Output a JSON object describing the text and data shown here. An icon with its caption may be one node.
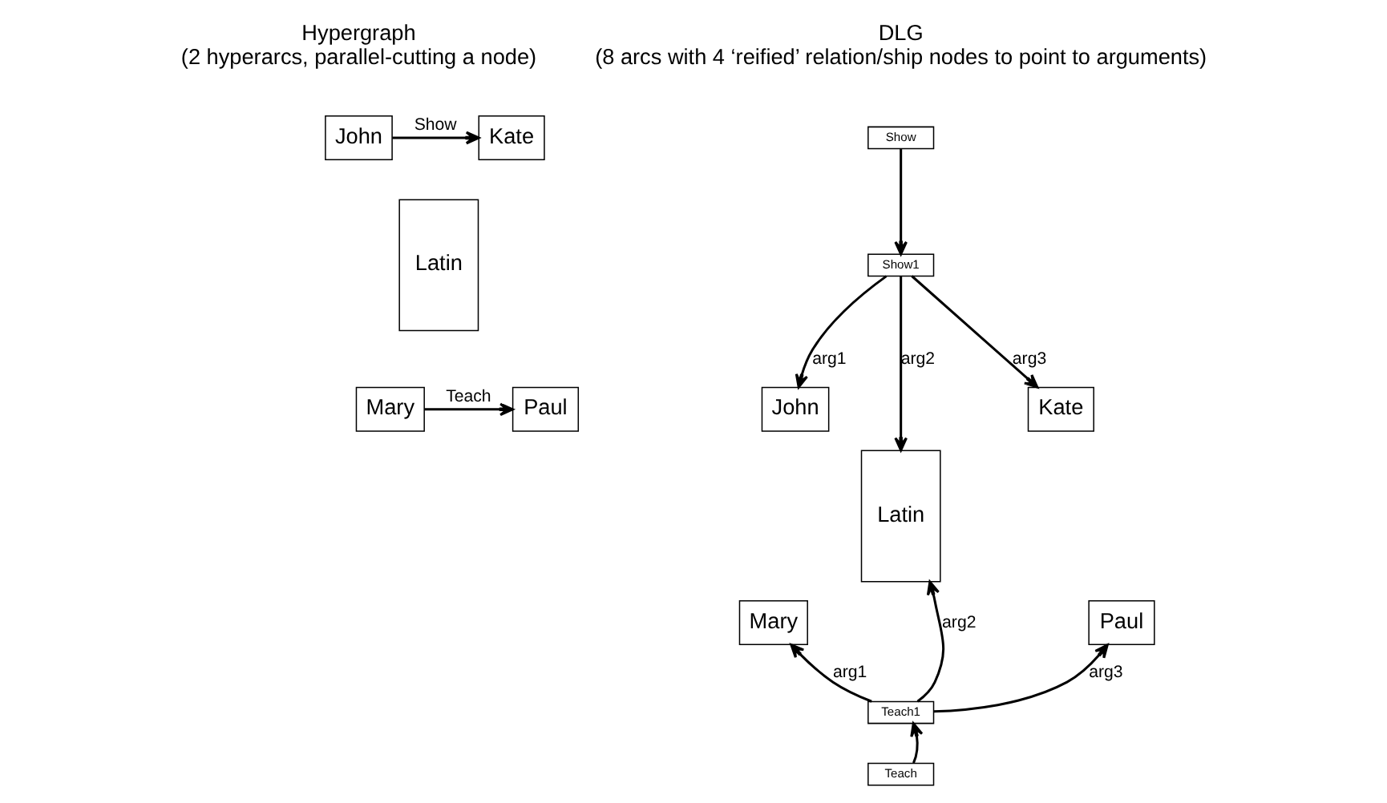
{
  "diagram": {
    "nodes": [
      {
        "text": [
          "John"
        ]
      },
      {
        "text": [
          "Mary"
        ]
      },
      {
        "text": [
          "Latin"
        ]
      },
      {
        "text": [
          "Kate"
        ]
      },
      {
        "text": [
          "Paul"
        ]
      },
      {
        "text": [
          "Show"
        ]
      },
      {
        "text": [
          "Show1"
        ]
      },
      {
        "text": [
          "John"
        ]
      },
      {
        "text": [
          "Latin"
        ]
      },
      {
        "text": [
          "Kate"
        ]
      },
      {
        "text": [
          "Mary"
        ]
      },
      {
        "text": [
          "Paul"
        ]
      },
      {
        "text": [
          "Teach1"
        ]
      },
      {
        "text": [
          "Teach"
        ]
      }
    ],
    "edges": [
      {
        "from": 0,
        "to": 3,
        "arrow": "to",
        "label": "Show"
      },
      {
        "from": 1,
        "to": 4,
        "arrow": "to",
        "label": "Teach"
      },
      {
        "from": 5,
        "to": 6,
        "arrow": "to"
      },
      {
        "from": 6,
        "to": 7,
        "arrow": "to",
        "label": "arg1"
      },
      {
        "from": 6,
        "to": 8,
        "arrow": "to",
        "label": "arg2"
      },
      {
        "from": 6,
        "to": 9,
        "arrow": "to",
        "label": "arg3"
      },
      {
        "from": 12,
        "to": 10,
        "arrow": "to",
        "label": "arg1"
      },
      {
        "from": 12,
        "to": 8,
        "arrow": "to",
        "label": "arg2"
      },
      {
        "from": 12,
        "to": 11,
        "arrow": "to",
        "label": "arg3"
      },
      {
        "from": 13,
        "to": 12,
        "arrow": "to"
      }
    ],
    "labels": [
      "Hypergraph (2 hyperarcs, parallel-cutting a node)",
      "DLG (8 arcs with 4 ‘reified’ relation/ship nodes to point to arguments)"
    ]
  }
}
